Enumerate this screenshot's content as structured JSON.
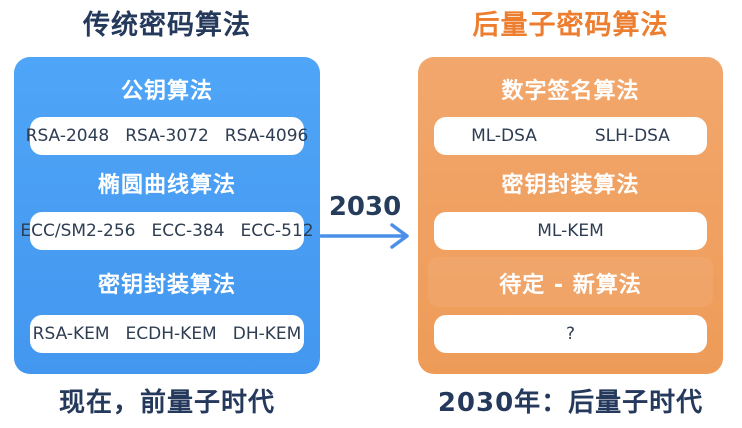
{
  "titles": {
    "left": "传统密码算法",
    "right": "后量子密码算法"
  },
  "left_panel": {
    "sections": [
      {
        "header": "公钥算法",
        "items": [
          "RSA-2048",
          "RSA-3072",
          "RSA-4096"
        ]
      },
      {
        "header": "椭圆曲线算法",
        "items": [
          "ECC/SM2-256",
          "ECC-384",
          "ECC-512"
        ]
      },
      {
        "header": "密钥封装算法",
        "items": [
          "RSA-KEM",
          "ECDH-KEM",
          "DH-KEM"
        ]
      }
    ]
  },
  "right_panel": {
    "sections": [
      {
        "header": "数字签名算法",
        "items": [
          "ML-DSA",
          "SLH-DSA"
        ]
      },
      {
        "header": "密钥封装算法",
        "items": [
          "ML-KEM"
        ]
      },
      {
        "header": "待定 - 新算法",
        "items": [
          "?"
        ]
      }
    ]
  },
  "arrow": {
    "label": "2030"
  },
  "captions": {
    "left": "现在，前量子时代",
    "right": "2030年：后量子时代"
  },
  "colors": {
    "left_panel_top": "#4FA5F7",
    "left_panel_bottom": "#4397EF",
    "right_panel_top": "#F2A76C",
    "right_panel_bottom": "#EE9B58",
    "left_title": "#24395B",
    "right_title": "#ED7D2F",
    "caption_text": "#24395B",
    "section_header_text": "#FFFFFF",
    "pill_background": "#FFFFFF",
    "pill_text": "#2E3D52",
    "arrow": "#4A90E8"
  }
}
